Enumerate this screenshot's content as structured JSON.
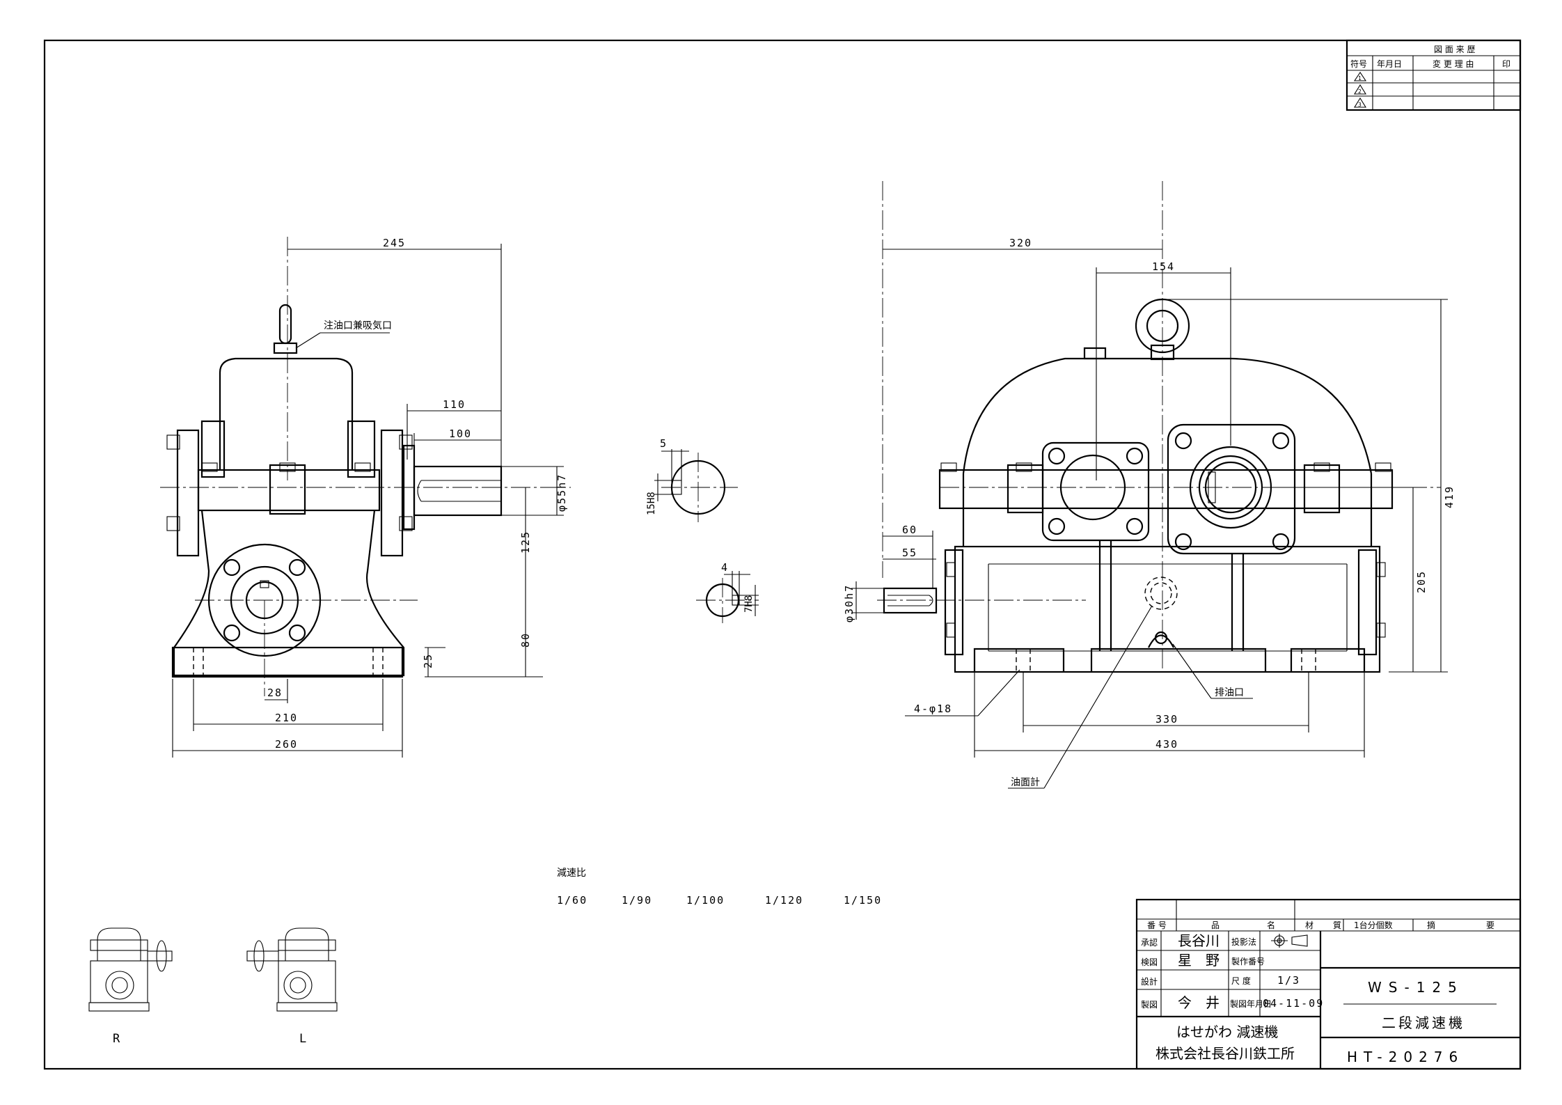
{
  "history_block": {
    "title": "図 面 来 歴",
    "headers": [
      "符号",
      "年月日",
      "変 更 理 由",
      "印"
    ],
    "symbols": [
      "1",
      "2",
      "3"
    ]
  },
  "side_view": {
    "dims": {
      "top": "245",
      "shaft_len1": "110",
      "shaft_len2": "100",
      "shaft_dia": "φ55h7",
      "height_upper": "125",
      "height_lower": "80",
      "base_thk": "25",
      "bolt_offset": "28",
      "bolt_pitch": "210",
      "base_width": "260"
    },
    "label_oil_inlet": "注油口兼吸気口"
  },
  "keyway_details": {
    "large": {
      "width": "5",
      "depth": "15H8"
    },
    "small": {
      "width": "4",
      "depth": "7H8"
    }
  },
  "front_view": {
    "dims": {
      "total": "320",
      "center": "154",
      "shaft_len1": "60",
      "shaft_len2": "55",
      "shaft_dia": "φ30h7",
      "height_total": "419",
      "height_center": "205",
      "bolt_pitch": "330",
      "base_len": "430",
      "bolt_holes": "4-φ18"
    },
    "label_drain": "排油口",
    "label_oil_gauge": "油面計"
  },
  "ratio": {
    "label": "減速比",
    "values": [
      "1/60",
      "1/90",
      "1/100",
      "1/120",
      "1/150"
    ]
  },
  "orientation": {
    "right": "R",
    "left": "L"
  },
  "title_block": {
    "headers": [
      "番 号",
      "品",
      "名",
      "材",
      "質",
      "1台分個数",
      "摘",
      "要"
    ],
    "rows": [
      {
        "role": "承認",
        "name": "長谷川",
        "label": "投影法",
        "value": ""
      },
      {
        "role": "検図",
        "name": "星　野",
        "label": "製作番号",
        "value": ""
      },
      {
        "role": "設計",
        "name": "",
        "label": "尺 度",
        "value": "1/3"
      },
      {
        "role": "製図",
        "name": "今　井",
        "label": "製図年月日",
        "value": "04-11-09"
      }
    ],
    "model": "WS-125",
    "product": "二段減速機",
    "brand": "はせがわ 減速機",
    "company": "株式会社長谷川鉄工所",
    "drawing_no": "HT-20276"
  }
}
